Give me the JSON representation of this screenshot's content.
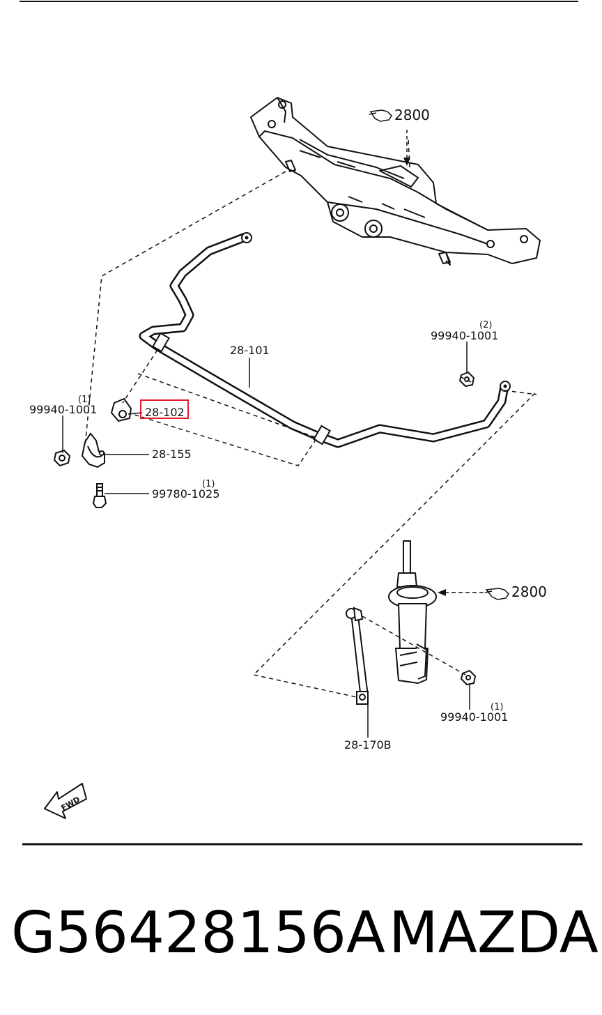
{
  "callouts": {
    "crossmember_ref": "2800",
    "stabilizer_bar": "28-101",
    "bushing": "28-102",
    "bracket": "28-155",
    "bolt": "99780-1025",
    "bolt_qty": "(1)",
    "nut_left": "99940-1001",
    "nut_left_qty": "(1)",
    "nut_right_top": "99940-1001",
    "nut_right_top_qty": "(2)",
    "strut_ref": "2800",
    "link": "28-170B",
    "nut_link": "99940-1001",
    "nut_link_qty": "(1)"
  },
  "fwd_arrow_label": "FWD",
  "footer": {
    "part_number": "G56428156A",
    "brand": "MAZDA"
  },
  "colors": {
    "highlight": "#e8192c",
    "line": "#111111"
  },
  "icons": [
    "hand-pointer-icon",
    "fwd-arrow-icon"
  ]
}
